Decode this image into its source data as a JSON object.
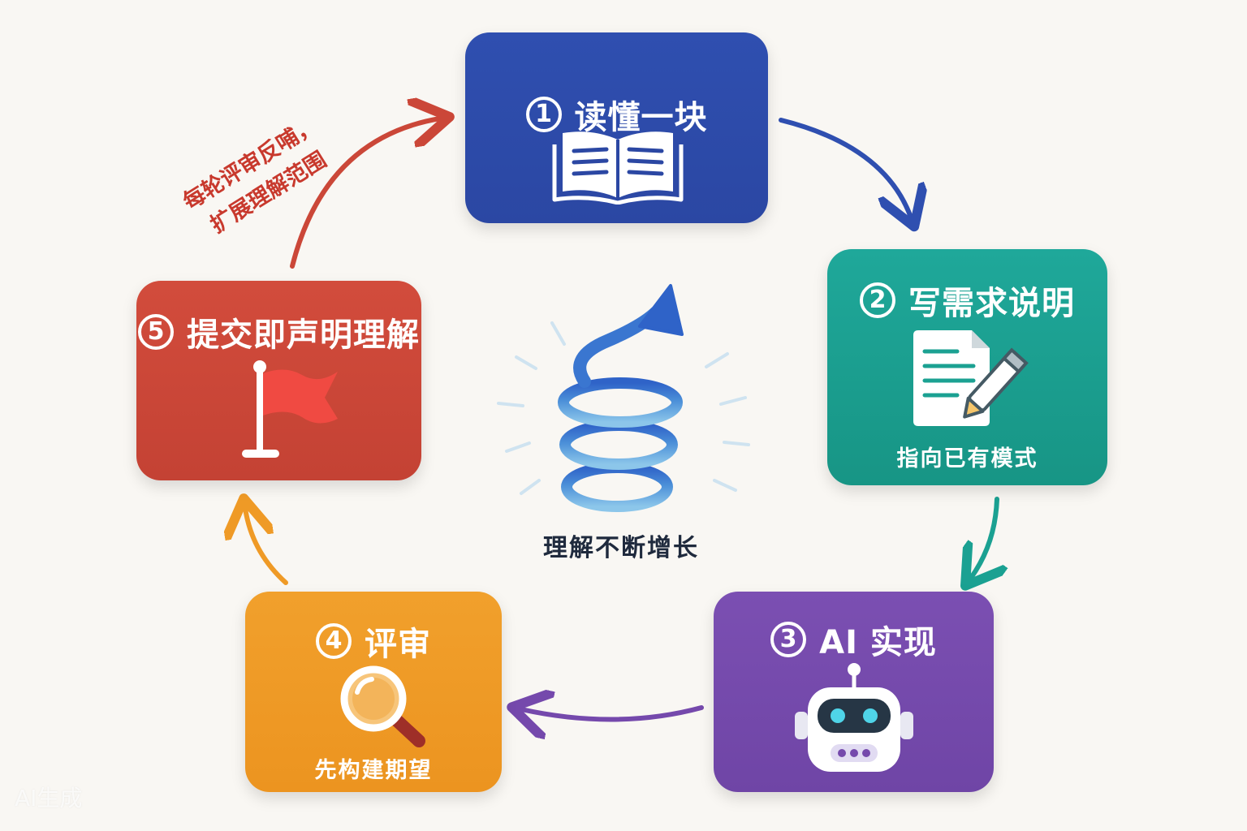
{
  "steps": [
    {
      "number": "1",
      "label": "读懂一块",
      "subtitle": "",
      "color": "#2e4dad",
      "icon": "open-book-icon"
    },
    {
      "number": "2",
      "label": "写需求说明",
      "subtitle": "指向已有模式",
      "color": "#1ba192",
      "icon": "document-pencil-icon"
    },
    {
      "number": "3",
      "label": "AI 实现",
      "subtitle": "",
      "color": "#7549ac",
      "icon": "robot-icon"
    },
    {
      "number": "4",
      "label": "评审",
      "subtitle": "先构建期望",
      "color": "#ef9a26",
      "icon": "magnifier-icon"
    },
    {
      "number": "5",
      "label": "提交即声明理解",
      "subtitle": "",
      "color": "#cb4738",
      "icon": "flag-icon"
    }
  ],
  "center": {
    "caption": "理解不断增长",
    "icon": "spiral-up-arrow-icon"
  },
  "feedback_note": {
    "line1": "每轮评审反哺，",
    "line2": "扩展理解范围",
    "color": "#c8392d"
  },
  "watermark": "AI生成"
}
